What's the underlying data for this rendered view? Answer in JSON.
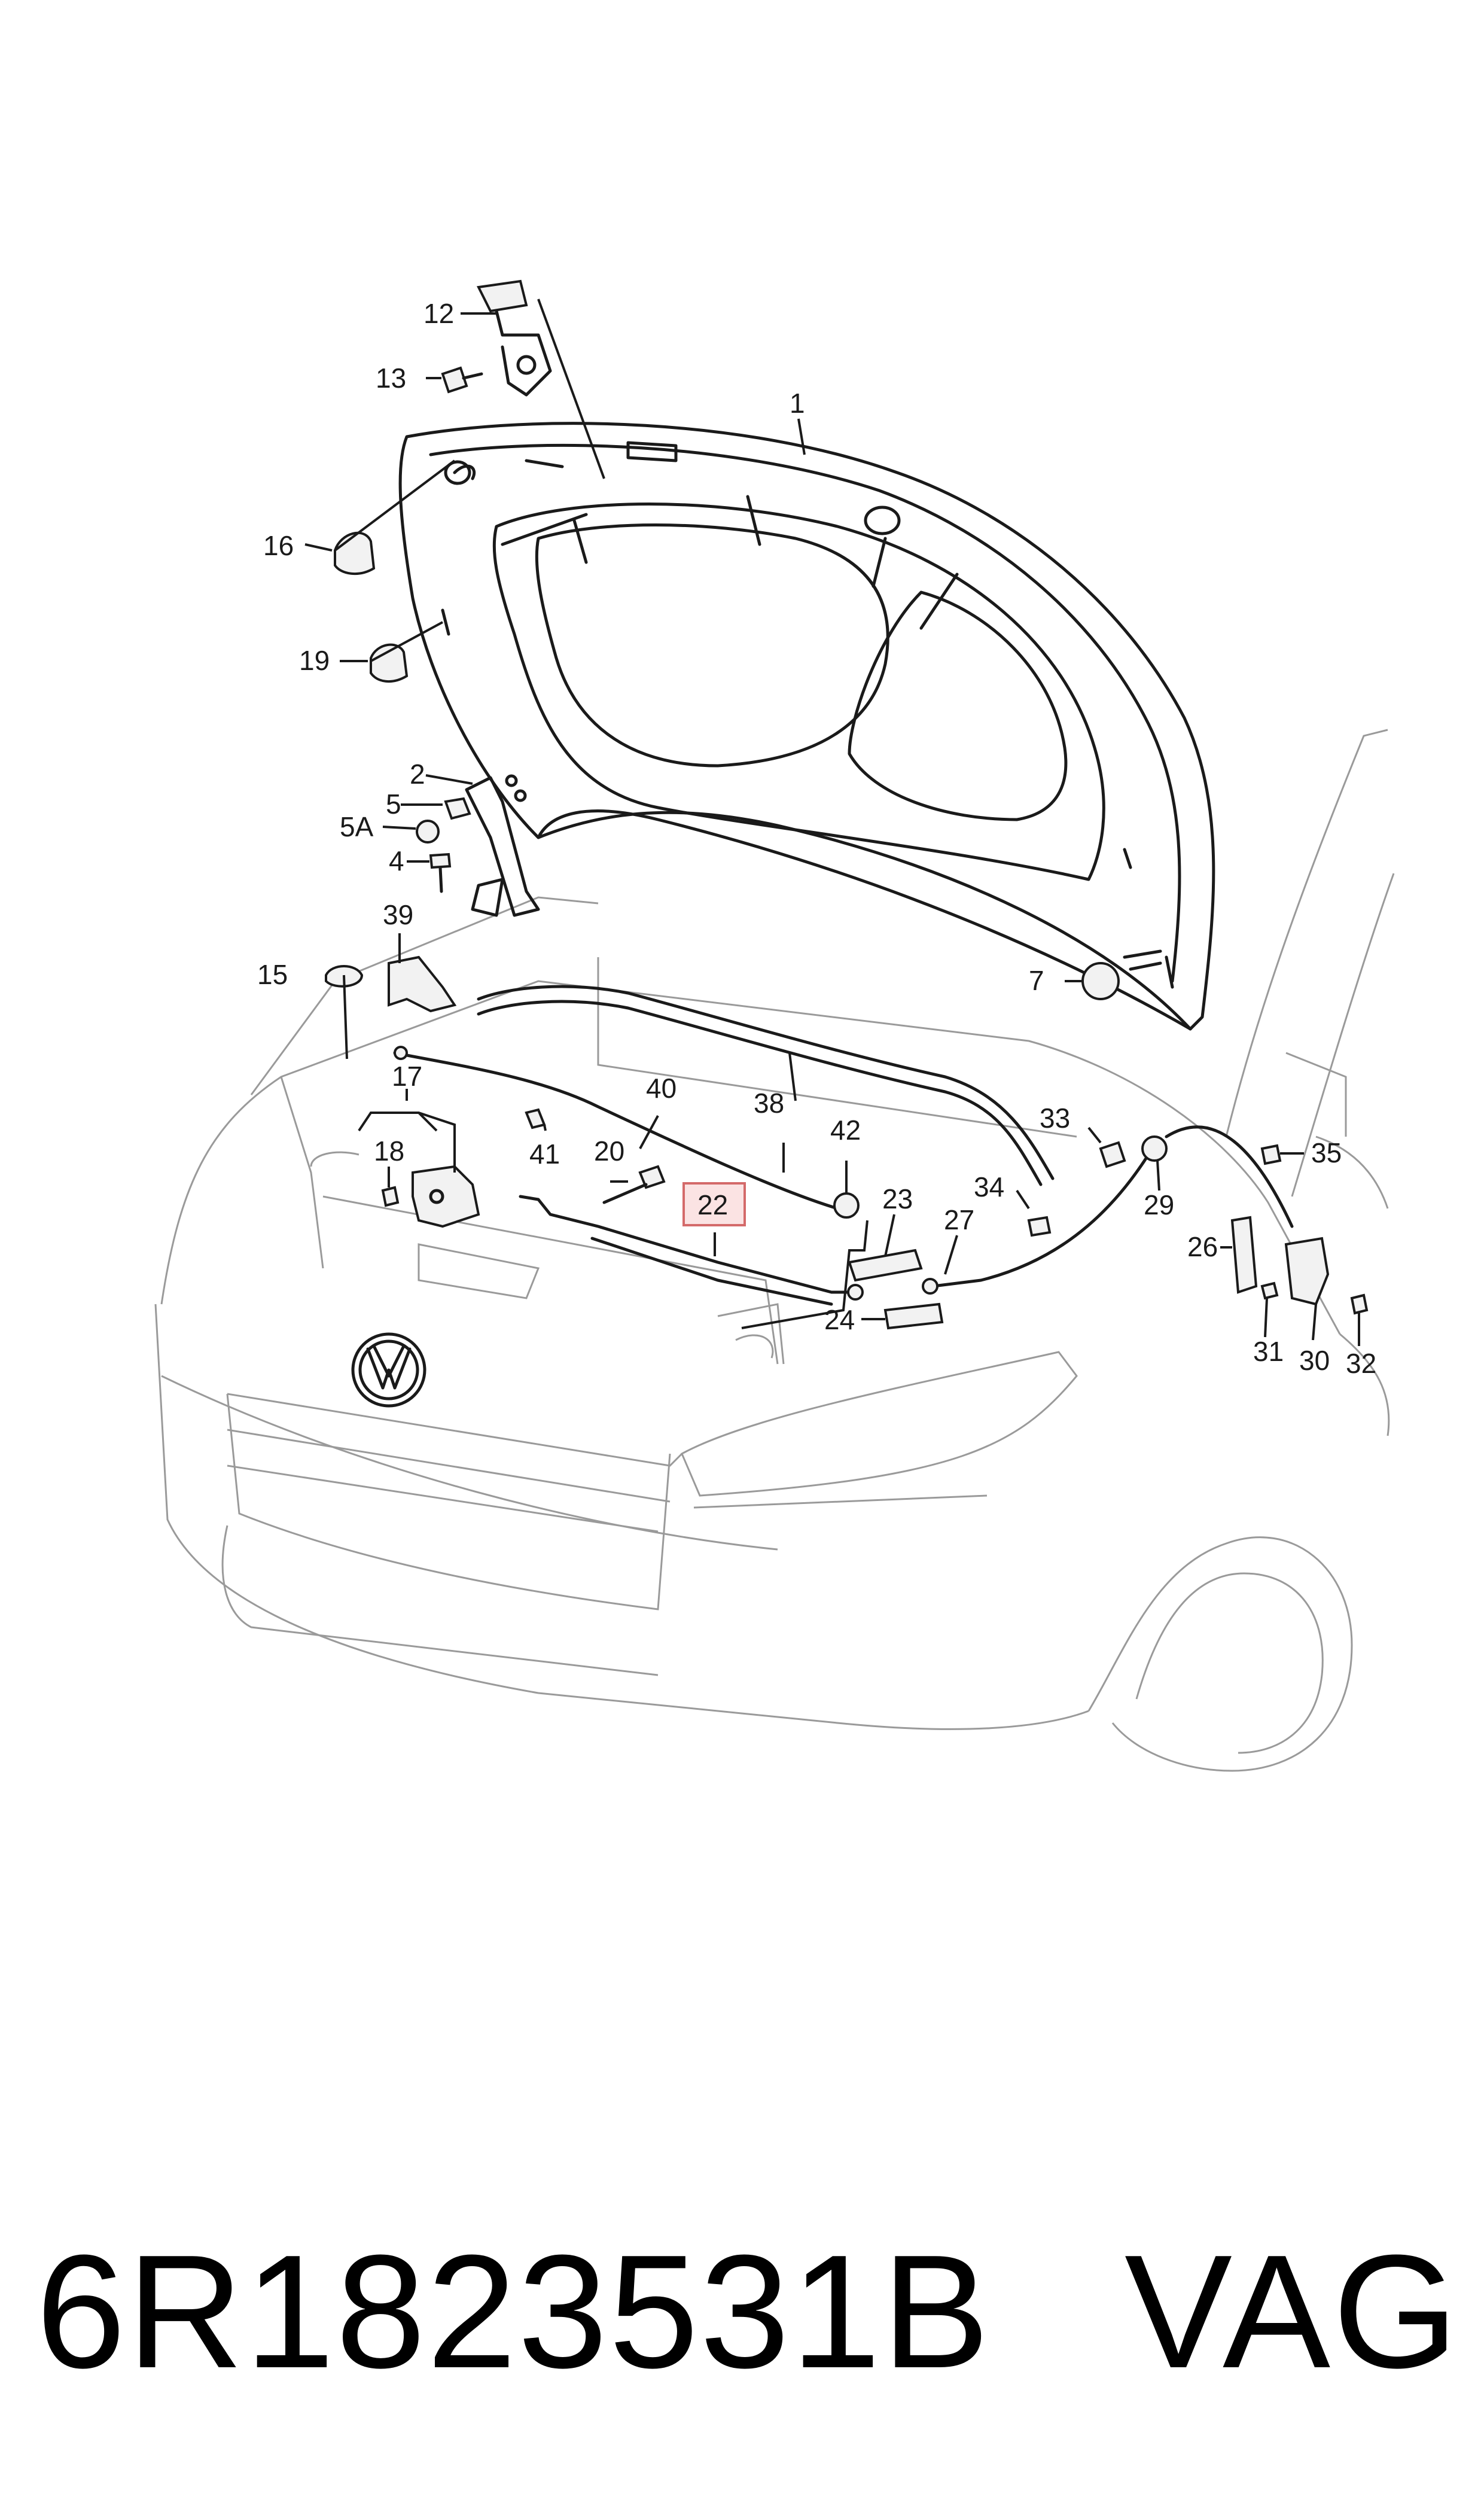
{
  "diagram": {
    "callouts": [
      "1",
      "2",
      "4",
      "5",
      "5A",
      "7",
      "12",
      "13",
      "15",
      "16",
      "17",
      "18",
      "19",
      "20",
      "22",
      "23",
      "24",
      "26",
      "27",
      "29",
      "30",
      "31",
      "32",
      "33",
      "34",
      "35",
      "38",
      "39",
      "40",
      "41",
      "42"
    ],
    "highlighted_callout": "22"
  },
  "footer": {
    "part_number": "6R1823531B",
    "brand": "VAG"
  },
  "colors": {
    "highlight_fill": "#fbe3e3",
    "highlight_border": "#d46a6a",
    "line": "#1a1a1a",
    "car_outline": "#9a9a9a"
  }
}
